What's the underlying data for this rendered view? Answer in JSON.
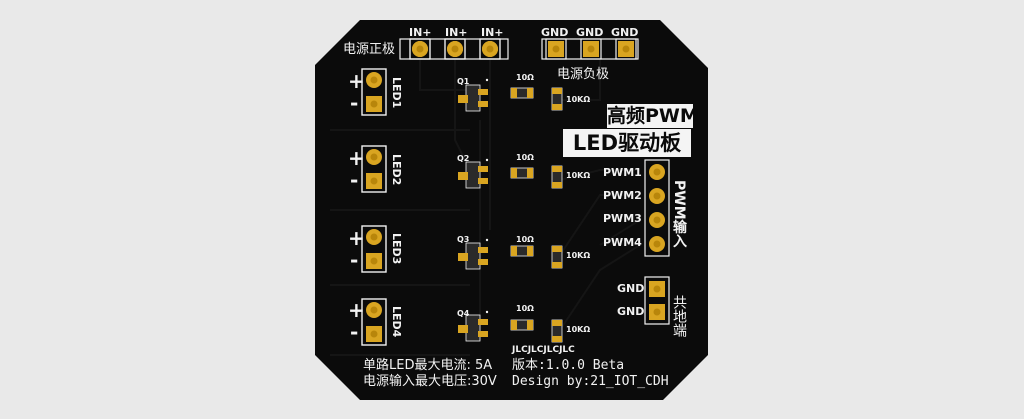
{
  "board": {
    "colors": {
      "background": "#e9e9e9",
      "pcb": "#0b0b0b",
      "silk": "#f2f2f2",
      "pad": "#d9a521",
      "copper": "#b8860b",
      "trace": "#151515",
      "component": "#2a2a2a"
    }
  },
  "power_positive": {
    "label": "电源正极",
    "pins": [
      "IN+",
      "IN+",
      "IN+"
    ]
  },
  "power_negative": {
    "label": "电源负极",
    "pins": [
      "GND",
      "GND",
      "GND"
    ]
  },
  "leds": [
    {
      "name": "LED1",
      "plus": "+",
      "minus": "-",
      "transistor": "Q1",
      "resistor_gate": "10Ω",
      "resistor_pulldown": "10KΩ"
    },
    {
      "name": "LED2",
      "plus": "+",
      "minus": "-",
      "transistor": "Q2",
      "resistor_gate": "10Ω",
      "resistor_pulldown": "10KΩ"
    },
    {
      "name": "LED3",
      "plus": "+",
      "minus": "-",
      "transistor": "Q3",
      "resistor_gate": "10Ω",
      "resistor_pulldown": "10KΩ"
    },
    {
      "name": "LED4",
      "plus": "+",
      "minus": "-",
      "transistor": "Q4",
      "resistor_gate": "10Ω",
      "resistor_pulldown": "10KΩ"
    }
  ],
  "title": {
    "line1": "高频PWM",
    "line2": "LED驱动板"
  },
  "pwm_input": {
    "label": "PWM输入",
    "pins": [
      "PWM1",
      "PWM2",
      "PWM3",
      "PWM4"
    ]
  },
  "ground": {
    "label": "共地端",
    "pins": [
      "GND",
      "GND"
    ]
  },
  "jlc_mark": "JLCJLCJLCJLC",
  "notes": {
    "max_current": "单路LED最大电流: 5A",
    "max_voltage": "电源输入最大电压:30V",
    "version": "版本:1.0.0 Beta",
    "design_by": "Design by:21_IOT_CDH"
  }
}
